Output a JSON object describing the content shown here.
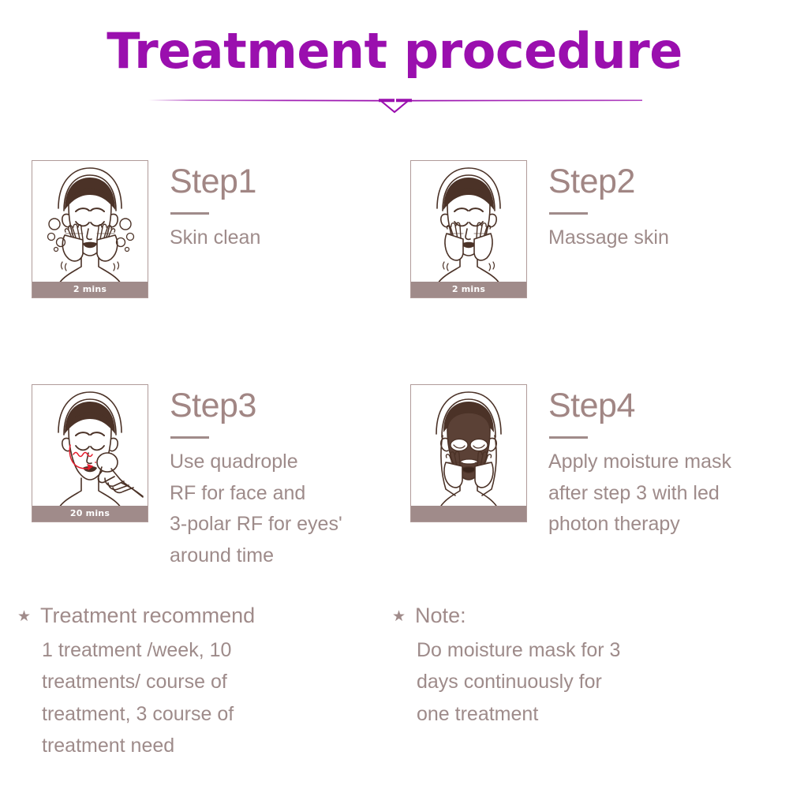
{
  "page": {
    "title": "Treatment procedure",
    "title_color": "#9a0fae",
    "accent_color": "#a08b8a",
    "body_text_color": "#9e8b8a",
    "heading_text_color": "#a18684",
    "background_color": "#ffffff"
  },
  "divider": {
    "name": "title-divider",
    "shape": "horizontal-line-with-center-v-notch",
    "color": "#9a0fae"
  },
  "steps": [
    {
      "id": "step1",
      "heading": "Step1",
      "description": "Skin clean",
      "duration_badge": "2 mins",
      "illustration": "woman-washing-face-icon"
    },
    {
      "id": "step2",
      "heading": "Step2",
      "description": "Massage skin",
      "duration_badge": "2 mins",
      "illustration": "woman-massaging-face-icon"
    },
    {
      "id": "step3",
      "heading": "Step3",
      "description": "Use quadrople\nRF for face and\n3-polar RF for eyes'\naround time",
      "duration_badge": "20 mins",
      "illustration": "woman-rf-device-on-cheek-icon"
    },
    {
      "id": "step4",
      "heading": "Step4",
      "description": "Apply moisture mask\nafter step 3 with led\nphoton therapy",
      "duration_badge": "",
      "illustration": "woman-wearing-face-mask-icon"
    }
  ],
  "notes": [
    {
      "id": "treatment-recommend",
      "bullet": "★",
      "title": "Treatment recommend",
      "body": "1 treatment /week, 10\ntreatments/ course of\ntreatment, 3 course of\ntreatment need"
    },
    {
      "id": "note",
      "bullet": "★",
      "title": "Note:",
      "body": "Do moisture mask for 3\ndays continuously for\none treatment"
    }
  ]
}
